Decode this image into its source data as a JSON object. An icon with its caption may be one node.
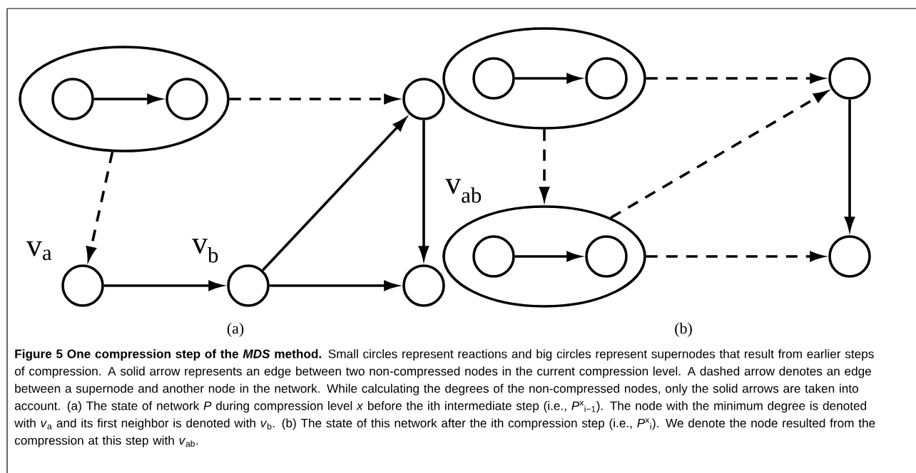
{
  "diagram": {
    "title": "Figure 5 One compression step of the *MDS* method.",
    "caption": "Small circles represent reactions and big circles represent supernodes that result from earlier steps of compression. A solid arrow represents an edge between two non-compressed nodes in the current compression level. A dashed arrow denotes an edge between a supernode and another node in the network. While calculating the degrees of the non-compressed nodes, only the solid arrows are taken into account. (a) The state of network *P* during compression level *x* before the ith intermediate step (i.e., *P*$^{x}$$_{i−1}$). The node with the minimum degree is denoted with *v*$_{a}$ and its first neighbor is denoted with *v*$_{b}$. (b) The state of this network after the ith compression step (i.e., *P*$^{x}$$_{i}$). We denote the node resulted from the compression at this step with *v*$_{ab}$.",
    "nodes": [
      {
        "text": [],
        "shape": "ellipse"
      },
      {
        "text": [],
        "shape": "circle",
        "in": 0
      },
      {
        "text": [],
        "shape": "circle",
        "in": 0
      },
      {
        "text": [],
        "shape": "circle"
      },
      {
        "text": [],
        "shape": "circle",
        "beside": [
          "v$_{a}$"
        ]
      },
      {
        "text": [],
        "shape": "circle",
        "beside": [
          "v$_{b}$"
        ]
      },
      {
        "text": [],
        "shape": "circle"
      },
      {
        "text": [],
        "shape": "ellipse"
      },
      {
        "text": [],
        "shape": "circle",
        "in": 7
      },
      {
        "text": [],
        "shape": "circle",
        "in": 7
      },
      {
        "text": [],
        "shape": "circle"
      },
      {
        "text": [],
        "shape": "ellipse",
        "beside": [
          "v$_{ab}$"
        ]
      },
      {
        "text": [],
        "shape": "circle",
        "in": 11
      },
      {
        "text": [],
        "shape": "circle",
        "in": 11
      },
      {
        "text": [],
        "shape": "circle"
      }
    ],
    "edges": [
      {
        "from": 1,
        "to": 2,
        "arrow": "to"
      },
      {
        "from": 0,
        "to": 3,
        "arrow": "to",
        "style": "dashed"
      },
      {
        "from": 0,
        "to": 4,
        "arrow": "to",
        "style": "dashed"
      },
      {
        "from": 4,
        "to": 5,
        "arrow": "to"
      },
      {
        "from": 5,
        "to": 3,
        "arrow": "to"
      },
      {
        "from": 5,
        "to": 6,
        "arrow": "to"
      },
      {
        "from": 3,
        "to": 6,
        "arrow": "to"
      },
      {
        "from": 8,
        "to": 9,
        "arrow": "to"
      },
      {
        "from": 7,
        "to": 10,
        "arrow": "to",
        "style": "dashed"
      },
      {
        "from": 7,
        "to": 11,
        "arrow": "to",
        "style": "dashed"
      },
      {
        "from": 11,
        "to": 10,
        "arrow": "to",
        "style": "dashed"
      },
      {
        "from": 11,
        "to": 14,
        "arrow": "to",
        "style": "dashed"
      },
      {
        "from": 10,
        "to": 14,
        "arrow": "to"
      },
      {
        "from": 12,
        "to": 13,
        "arrow": "to"
      }
    ],
    "labels": [
      "(a)",
      "(b)"
    ]
  }
}
